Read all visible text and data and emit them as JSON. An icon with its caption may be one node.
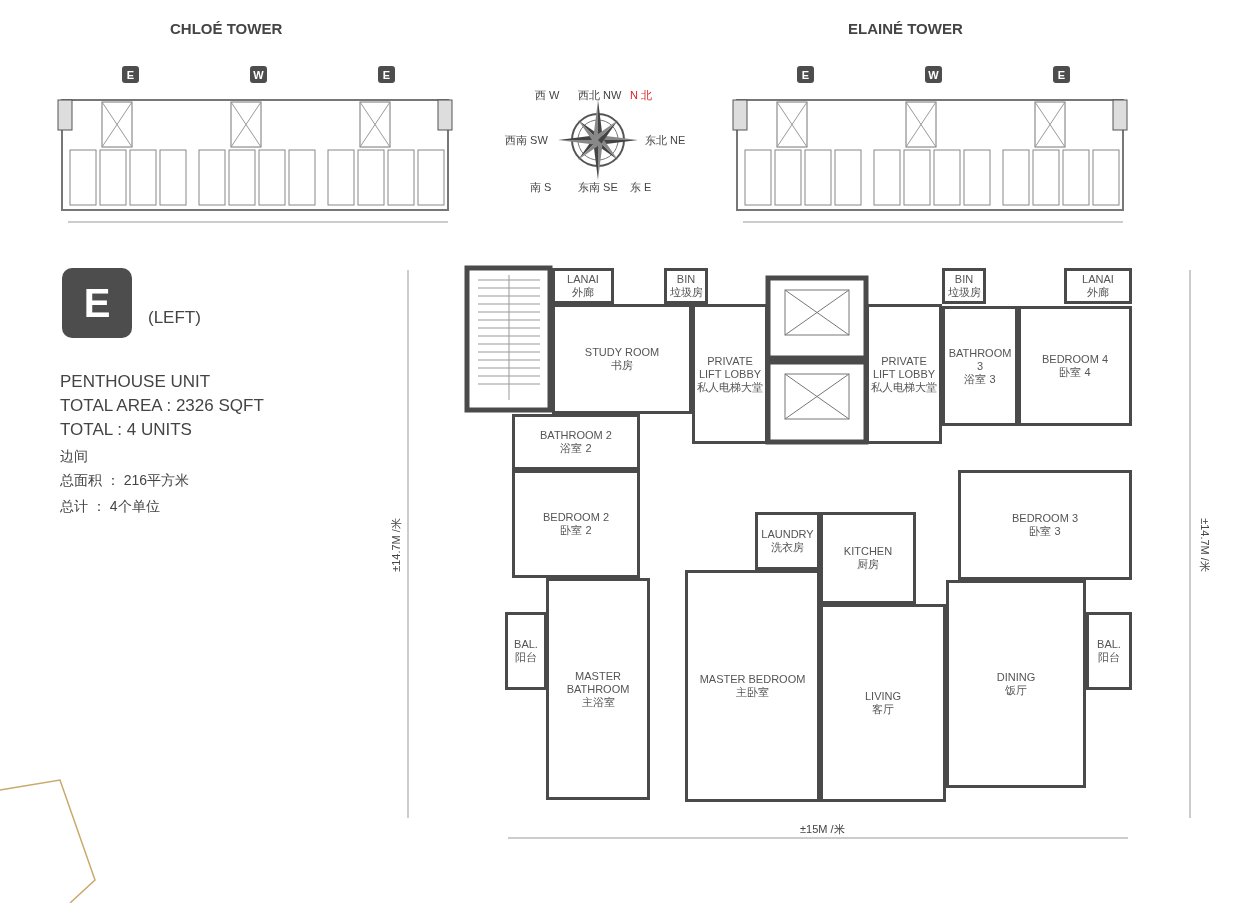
{
  "diagram": {
    "nodes": [
      {
        "text": [
          "LANAI",
          "外廊"
        ]
      },
      {
        "text": [
          "STUDY ROOM",
          "书房"
        ]
      },
      {
        "text": [
          "BIN",
          "垃圾房"
        ]
      },
      {
        "text": [
          "PRIVATE LIFT LOBBY",
          "私人电梯大堂"
        ]
      },
      {
        "text": [
          "PRIVATE LIFT LOBBY",
          "私人电梯大堂"
        ]
      },
      {
        "text": [
          "BIN",
          "垃圾房"
        ]
      },
      {
        "text": [
          "LANAI",
          "外廊"
        ]
      },
      {
        "text": [
          "BATHROOM 3",
          "浴室 3"
        ]
      },
      {
        "text": [
          "BEDROOM 4",
          "卧室 4"
        ]
      },
      {
        "text": [
          "BATHROOM 2",
          "浴室 2"
        ]
      },
      {
        "text": [
          "BEDROOM 2",
          "卧室 2"
        ]
      },
      {
        "text": [
          "LAUNDRY",
          "洗衣房"
        ]
      },
      {
        "text": [
          "KITCHEN",
          "厨房"
        ]
      },
      {
        "text": [
          "BEDROOM 3",
          "卧室 3"
        ]
      },
      {
        "text": [
          "MASTER BEDROOM",
          "主卧室"
        ]
      },
      {
        "text": [
          "BAL.",
          "阳台"
        ]
      },
      {
        "text": [
          "MASTER BATHROOM",
          "主浴室"
        ]
      },
      {
        "text": [
          "LIVING",
          "客厅"
        ]
      },
      {
        "text": [
          "DINING",
          "饭厅"
        ]
      },
      {
        "text": [
          "BAL.",
          "阳台"
        ]
      }
    ],
    "edges": [],
    "labels": [
      "CHLOÉ TOWER",
      "ELAINÉ TOWER",
      "E",
      "W",
      "E",
      "E",
      "W",
      "E",
      "西 W",
      "西北 NW",
      "N 北",
      "西南 SW",
      "东北 NE",
      "南 S",
      "东南 SE",
      "东 E",
      "E",
      "(LEFT)",
      "PENTHOUSE UNIT",
      "TOTAL AREA : 2326 SQFT",
      "TOTAL : 4 UNITS",
      "边间",
      "总面积 ： 216平方米",
      "总计 ： 4个单位",
      "±14.7M /米",
      "±14.7M /米",
      "±15M /米"
    ]
  }
}
